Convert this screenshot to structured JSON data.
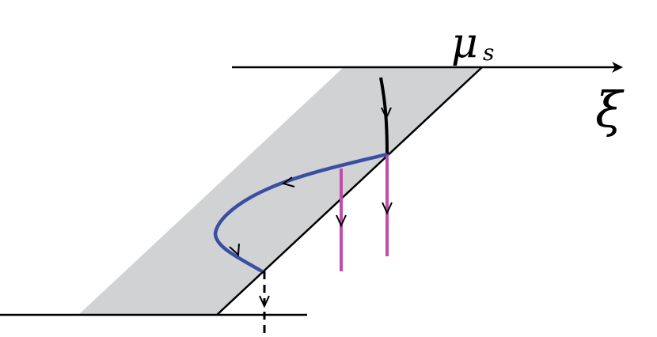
{
  "diagram": {
    "labels": {
      "mu": "μ",
      "mu_subscript": "s",
      "xi": "ξ"
    },
    "colors": {
      "region_fill": "#d1d2d4",
      "line": "#000000",
      "blue_curve": "#3a4fa3",
      "magenta": "#c04da8"
    }
  }
}
